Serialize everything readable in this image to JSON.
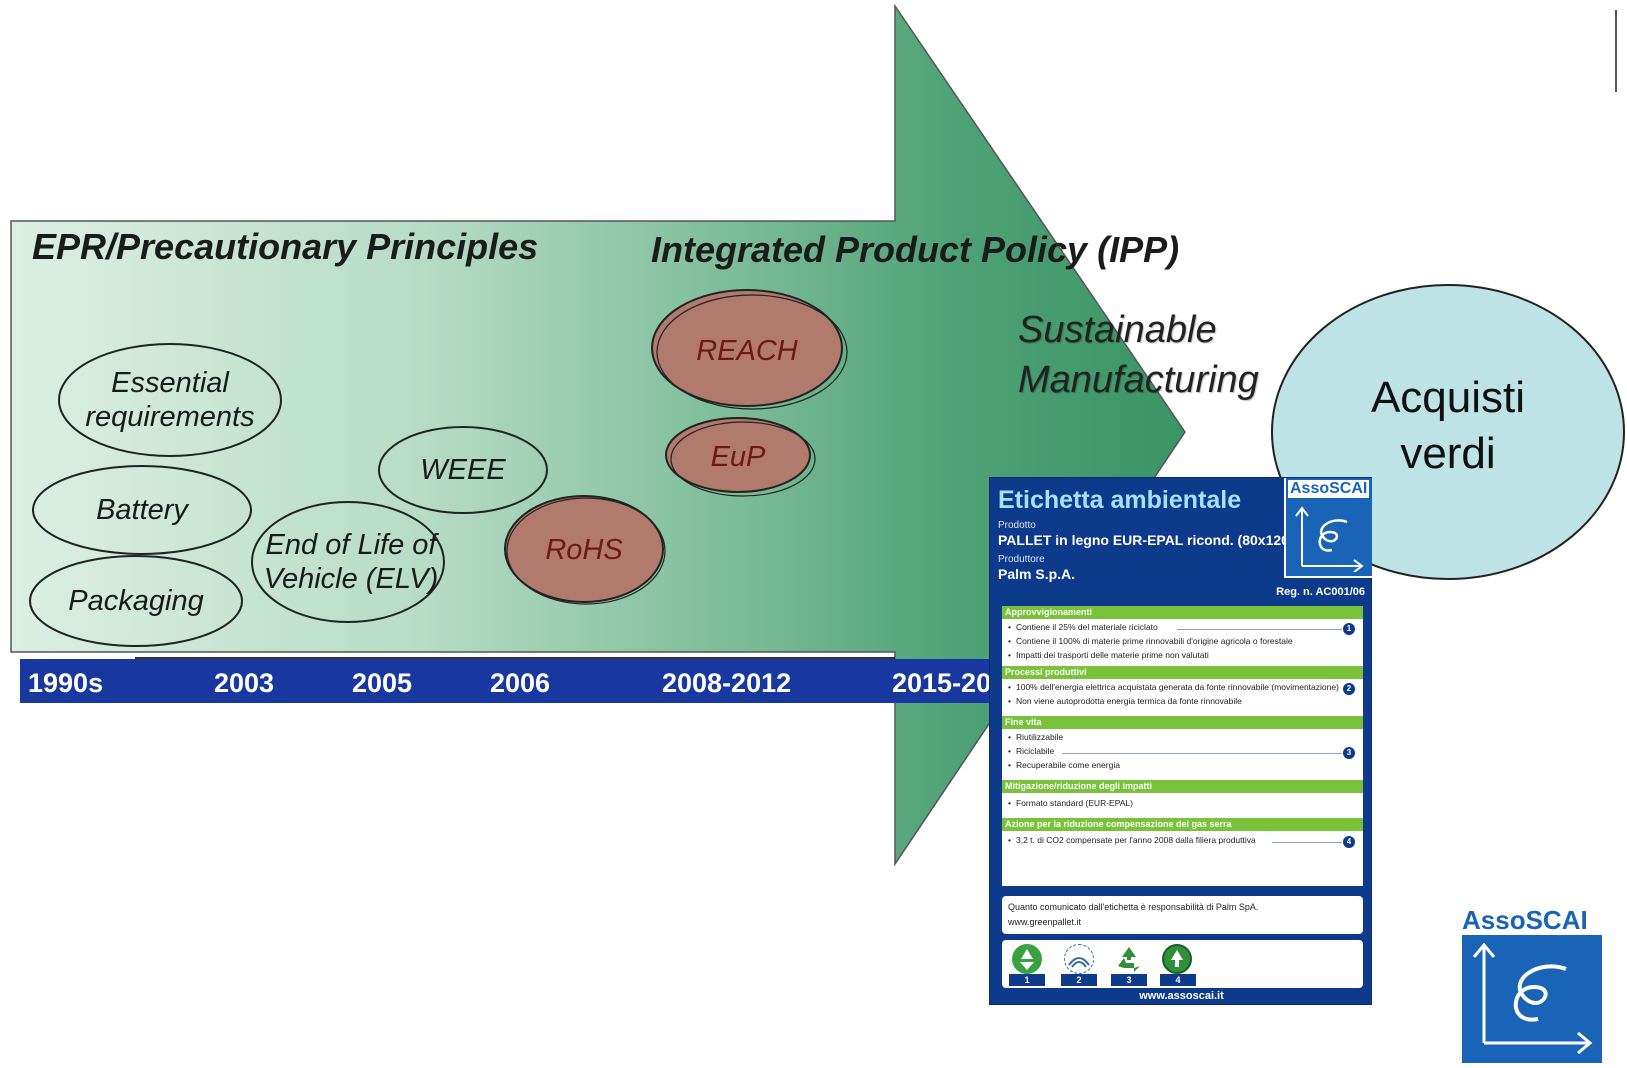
{
  "headers": {
    "left": "EPR/Precautionary Principles",
    "right": "Integrated Product Policy (IPP)"
  },
  "sustainable": {
    "line1": "Sustainable",
    "line2": "Manufacturing"
  },
  "ovals": {
    "essential": "Essential requirements",
    "battery": "Battery",
    "packaging": "Packaging",
    "weee": "WEEE",
    "elv": "End of Life of Vehicle (ELV)",
    "rohs": "RoHS",
    "reach": "REACH",
    "eup": "EuP"
  },
  "timeline": [
    "1990s",
    "2003",
    "2005",
    "2006",
    "2008-2012",
    "2015-20"
  ],
  "acquisti": {
    "line1": "Acquisti",
    "line2": "verdi"
  },
  "label": {
    "title": "Etichetta ambientale",
    "brand": "AssoSCAI",
    "prodotto_caption": "Prodotto",
    "prodotto": "PALLET in legno EUR-EPAL ricond. (80x120)",
    "produttore_caption": "Produttore",
    "produttore": "Palm S.p.A.",
    "reg": "Reg. n. AC001/06",
    "sections": [
      {
        "heading": "Approvvigionamenti",
        "items": [
          "Contiene il 25% del materiale riciclato",
          "Contiene il 100% di materie prime rinnovabili d'origine agricola o forestale",
          "Impatti dei trasporti delle materie prime non valutati"
        ],
        "number": "1"
      },
      {
        "heading": "Processi produttivi",
        "items": [
          "100% dell'energia elettrica acquistata generata da fonte rinnovabile (movimentazione)",
          "Non viene autoprodotta energia termica da fonte rinnovabile"
        ],
        "number": "2"
      },
      {
        "heading": "Fine vita",
        "items": [
          "Riutilizzabile",
          "Riciclabile",
          "Recuperabile come energia"
        ],
        "number": "3"
      },
      {
        "heading": "Mitigazione/riduzione degli impatti",
        "items": [
          "Formato standard (EUR-EPAL)"
        ],
        "number": ""
      },
      {
        "heading": "Azione per la riduzione compensazione dei gas serra",
        "items": [
          "3,2 t. di CO2 compensate per l'anno 2008 dalla filiera produttiva"
        ],
        "number": "4"
      }
    ],
    "responsibility": "Quanto comunicato dall'etichetta è responsabilità di Palm SpA.",
    "website_small": "www.greenpallet.it",
    "icon_numbers": [
      "1",
      "2",
      "3",
      "4"
    ],
    "icons": [
      "recycle-25-icon",
      "forest-stamp-icon",
      "recycle-arrows-icon",
      "tree-seal-icon"
    ],
    "url": "www.assoscai.it"
  },
  "corner_logo": {
    "brand": "AssoSCAI"
  },
  "colors": {
    "arrow_light": "#d8ece0",
    "arrow_dark": "#3d9a68",
    "timeline_bar": "#1838a0",
    "oval_red": "#b07a6c",
    "acquisti_fill": "#bde3e4",
    "label_blue": "#0e3a8c",
    "label_green": "#79c23a",
    "logo_blue": "#1a64b8"
  }
}
